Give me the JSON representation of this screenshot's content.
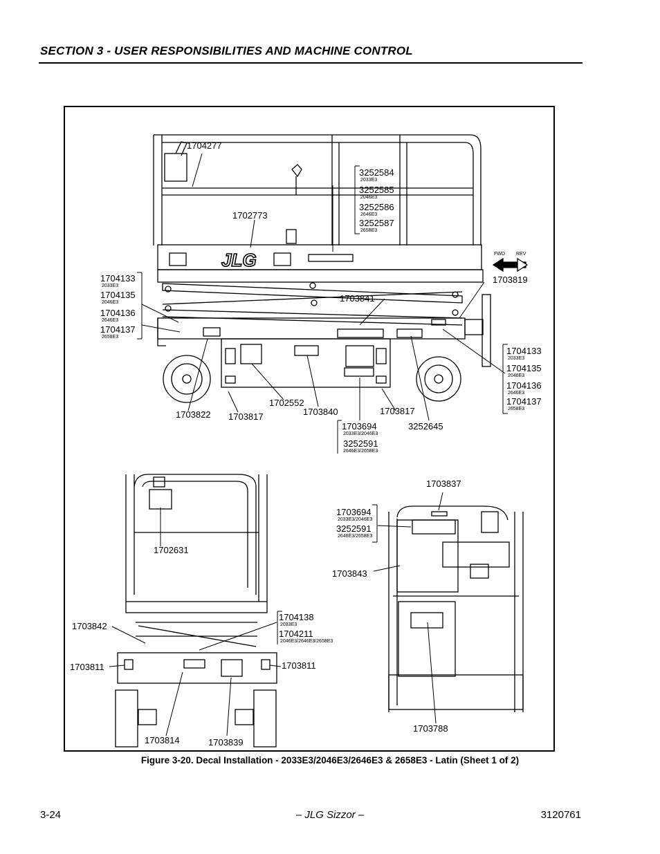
{
  "header": {
    "section_title": "SECTION 3 - USER RESPONSIBILITIES AND MACHINE CONTROL"
  },
  "figure": {
    "caption": "Figure 3-20.  Decal Installation - 2033E3/2046E3/2646E3 & 2658E3 - Latin (Sheet 1 of 2)",
    "brand_logo_text": "JLG",
    "direction_labels": {
      "fwd": "FWD",
      "rev": "REV"
    },
    "labels": {
      "l1704277": "1704277",
      "l1702773": "1702773",
      "l1703819": "1703819",
      "l1703841": "1703841",
      "l1703822": "1703822",
      "l1703817a": "1703817",
      "l1702552": "1702552",
      "l1703840": "1703840",
      "l1703817b": "1703817",
      "l3252645": "3252645",
      "l1703837": "1703837",
      "l1703843": "1703843",
      "l1702631": "1702631",
      "l1703842": "1703842",
      "l1703811a": "1703811",
      "l1703811b": "1703811",
      "l1703814": "1703814",
      "l1703839": "1703839",
      "l1703788": "1703788"
    },
    "groups": {
      "top_right": [
        {
          "part": "3252584",
          "model": "2033E3"
        },
        {
          "part": "3252585",
          "model": "2046E3"
        },
        {
          "part": "3252586",
          "model": "2646E3"
        },
        {
          "part": "3252587",
          "model": "2658E3"
        }
      ],
      "left": [
        {
          "part": "1704133",
          "model": "2033E3"
        },
        {
          "part": "1704135",
          "model": "2046E3"
        },
        {
          "part": "1704136",
          "model": "2646E3"
        },
        {
          "part": "1704137",
          "model": "2658E3"
        }
      ],
      "right": [
        {
          "part": "1704133",
          "model": "2033E3"
        },
        {
          "part": "1704135",
          "model": "2046E3"
        },
        {
          "part": "1704136",
          "model": "2646E3"
        },
        {
          "part": "1704137",
          "model": "2658E3"
        }
      ],
      "center_bottom": [
        {
          "part": "1703694",
          "model": "2033E3/2046E3"
        },
        {
          "part": "3252591",
          "model": "2646E3/2658E3"
        }
      ],
      "rear": [
        {
          "part": "1703694",
          "model": "2033E3/2046E3"
        },
        {
          "part": "3252591",
          "model": "2646E3/2658E3"
        }
      ],
      "front_mid": [
        {
          "part": "1704138",
          "model": "2033E3"
        },
        {
          "part": "1704211",
          "model": "2046E3/2646E3/2658E3"
        }
      ]
    }
  },
  "footer": {
    "page_number": "3-24",
    "title": "– JLG Sizzor –",
    "doc_number": "3120761"
  }
}
